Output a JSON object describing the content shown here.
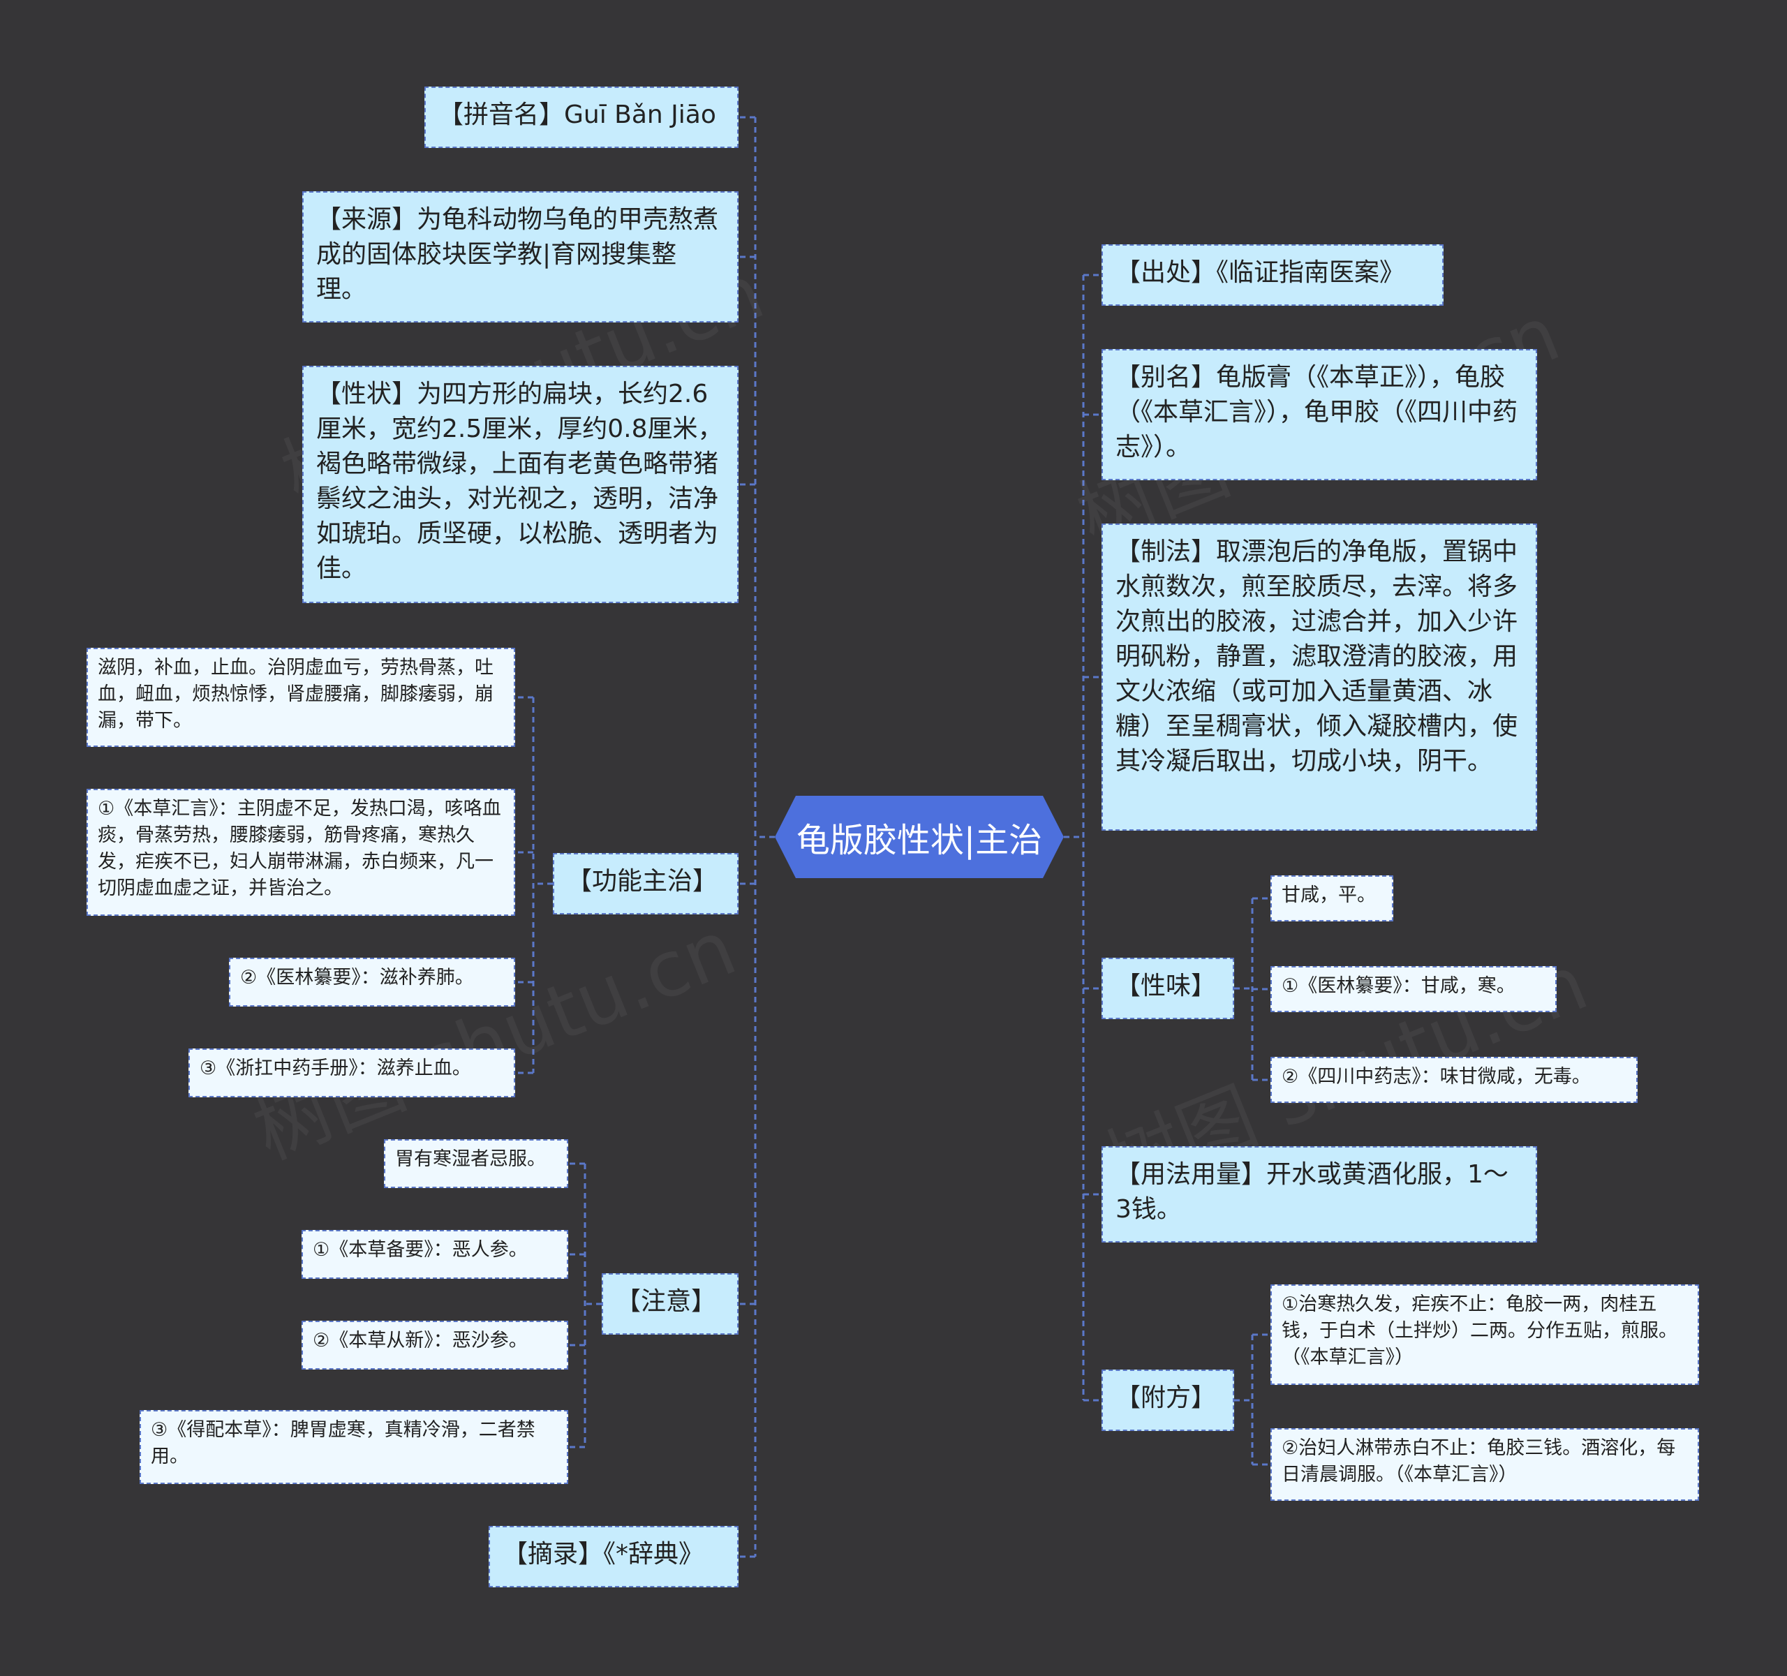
{
  "center": "龟版胶性状|主治",
  "left": {
    "pinyin": "【拼音名】Guī Bǎn Jiāo",
    "source": "【来源】为龟科动物乌龟的甲壳熬煮成的固体胶块医学教|育网搜集整理。",
    "properties": "【性状】为四方形的扁块，长约2.6厘米，宽约2.5厘米，厚约0.8厘米，褐色略带微绿，上面有老黄色略带猪鬃纹之油头，对光视之，透明，洁净如琥珀。质坚硬，以松脆、透明者为佳。",
    "function": {
      "label": "【功能主治】",
      "items": [
        "滋阴，补血，止血。治阴虚血亏，劳热骨蒸，吐血，衄血，烦热惊悸，肾虚腰痛，脚膝痿弱，崩漏，带下。",
        "①《本草汇言》：主阴虚不足，发热口渴，咳咯血痰，骨蒸劳热，腰膝痿弱，筋骨疼痛，寒热久发，疟疾不已，妇人崩带淋漏，赤白频来，凡一切阴虚血虚之证，并皆治之。",
        "②《医林纂要》：滋补养肺。",
        "③《浙扛中药手册》：滋养止血。"
      ]
    },
    "caution": {
      "label": "【注意】",
      "items": [
        "胃有寒湿者忌服。",
        "①《本草备要》：恶人参。",
        "②《本草从新》：恶沙参。",
        "③《得配本草》：脾胃虚寒，真精冷滑，二者禁用。"
      ]
    },
    "excerpt": "【摘录】《*辞典》"
  },
  "right": {
    "origin": "【出处】《临证指南医案》",
    "alias": "【别名】龟版膏（《本草正》），龟胶（《本草汇言》），龟甲胶（《四川中药志》）。",
    "preparation": "【制法】取漂泡后的净龟版，置锅中水煎数次，煎至胶质尽，去滓。将多次煎出的胶液，过滤合并，加入少许明矾粉，静置，滤取澄清的胶液，用文火浓缩（或可加入适量黄酒、冰糖）至呈稠膏状，倾入凝胶槽内，使其冷凝后取出，切成小块，阴干。",
    "taste": {
      "label": "【性味】",
      "items": [
        "甘咸，平。",
        "①《医林纂要》：甘咸，寒。",
        "②《四川中药志》：味甘微咸，无毒。"
      ]
    },
    "usage": "【用法用量】开水或黄酒化服，1～3钱。",
    "formula": {
      "label": "【附方】",
      "items": [
        "①治寒热久发，疟疾不止：龟胶一两，肉桂五钱，于白术（土拌炒）二两。分作五贴，煎服。（《本草汇言》）",
        "②治妇人淋带赤白不止：龟胶三钱。酒溶化，每日清晨调服。（《本草汇言》）"
      ]
    }
  },
  "colors": {
    "background": "#363537",
    "center_fill": "#4d70dd",
    "level1_fill": "#c7ecfd",
    "level2_fill": "#eff9ff",
    "connector": "#5b78c9"
  }
}
